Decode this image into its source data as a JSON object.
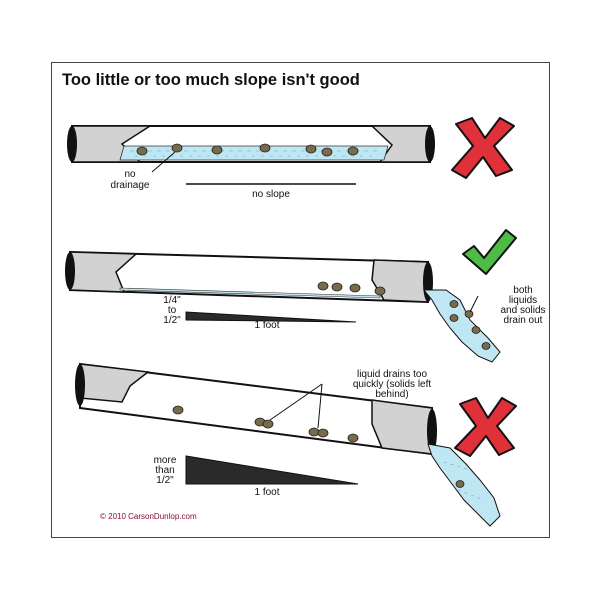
{
  "title": "Too little or too much slope isn't good",
  "colors": {
    "pipe_fill": "#d2d2d2",
    "pipe_outline": "#111111",
    "water": "#bfe7f3",
    "solid": "#7a6a4c",
    "cross": "#e0303a",
    "check": "#4dbb45",
    "copyright": "#8a1030"
  },
  "panels": [
    {
      "verdict_icon": "red-x-icon",
      "labels": {
        "no_drainage": "no\ndrainage",
        "slope": "no slope"
      }
    },
    {
      "verdict_icon": "green-check-icon",
      "labels": {
        "rise": "1/4\"\nto\n1/2\"",
        "run": "1 foot",
        "outcome": "both\nliquids\nand solids\ndrain out"
      }
    },
    {
      "verdict_icon": "red-x-icon",
      "labels": {
        "rise": "more\nthan\n1/2\"",
        "run": "1 foot",
        "outcome": "liquid drains too\nquickly (solids left\nbehind)"
      }
    }
  ],
  "copyright": "© 2010 CarsonDunlop.com"
}
